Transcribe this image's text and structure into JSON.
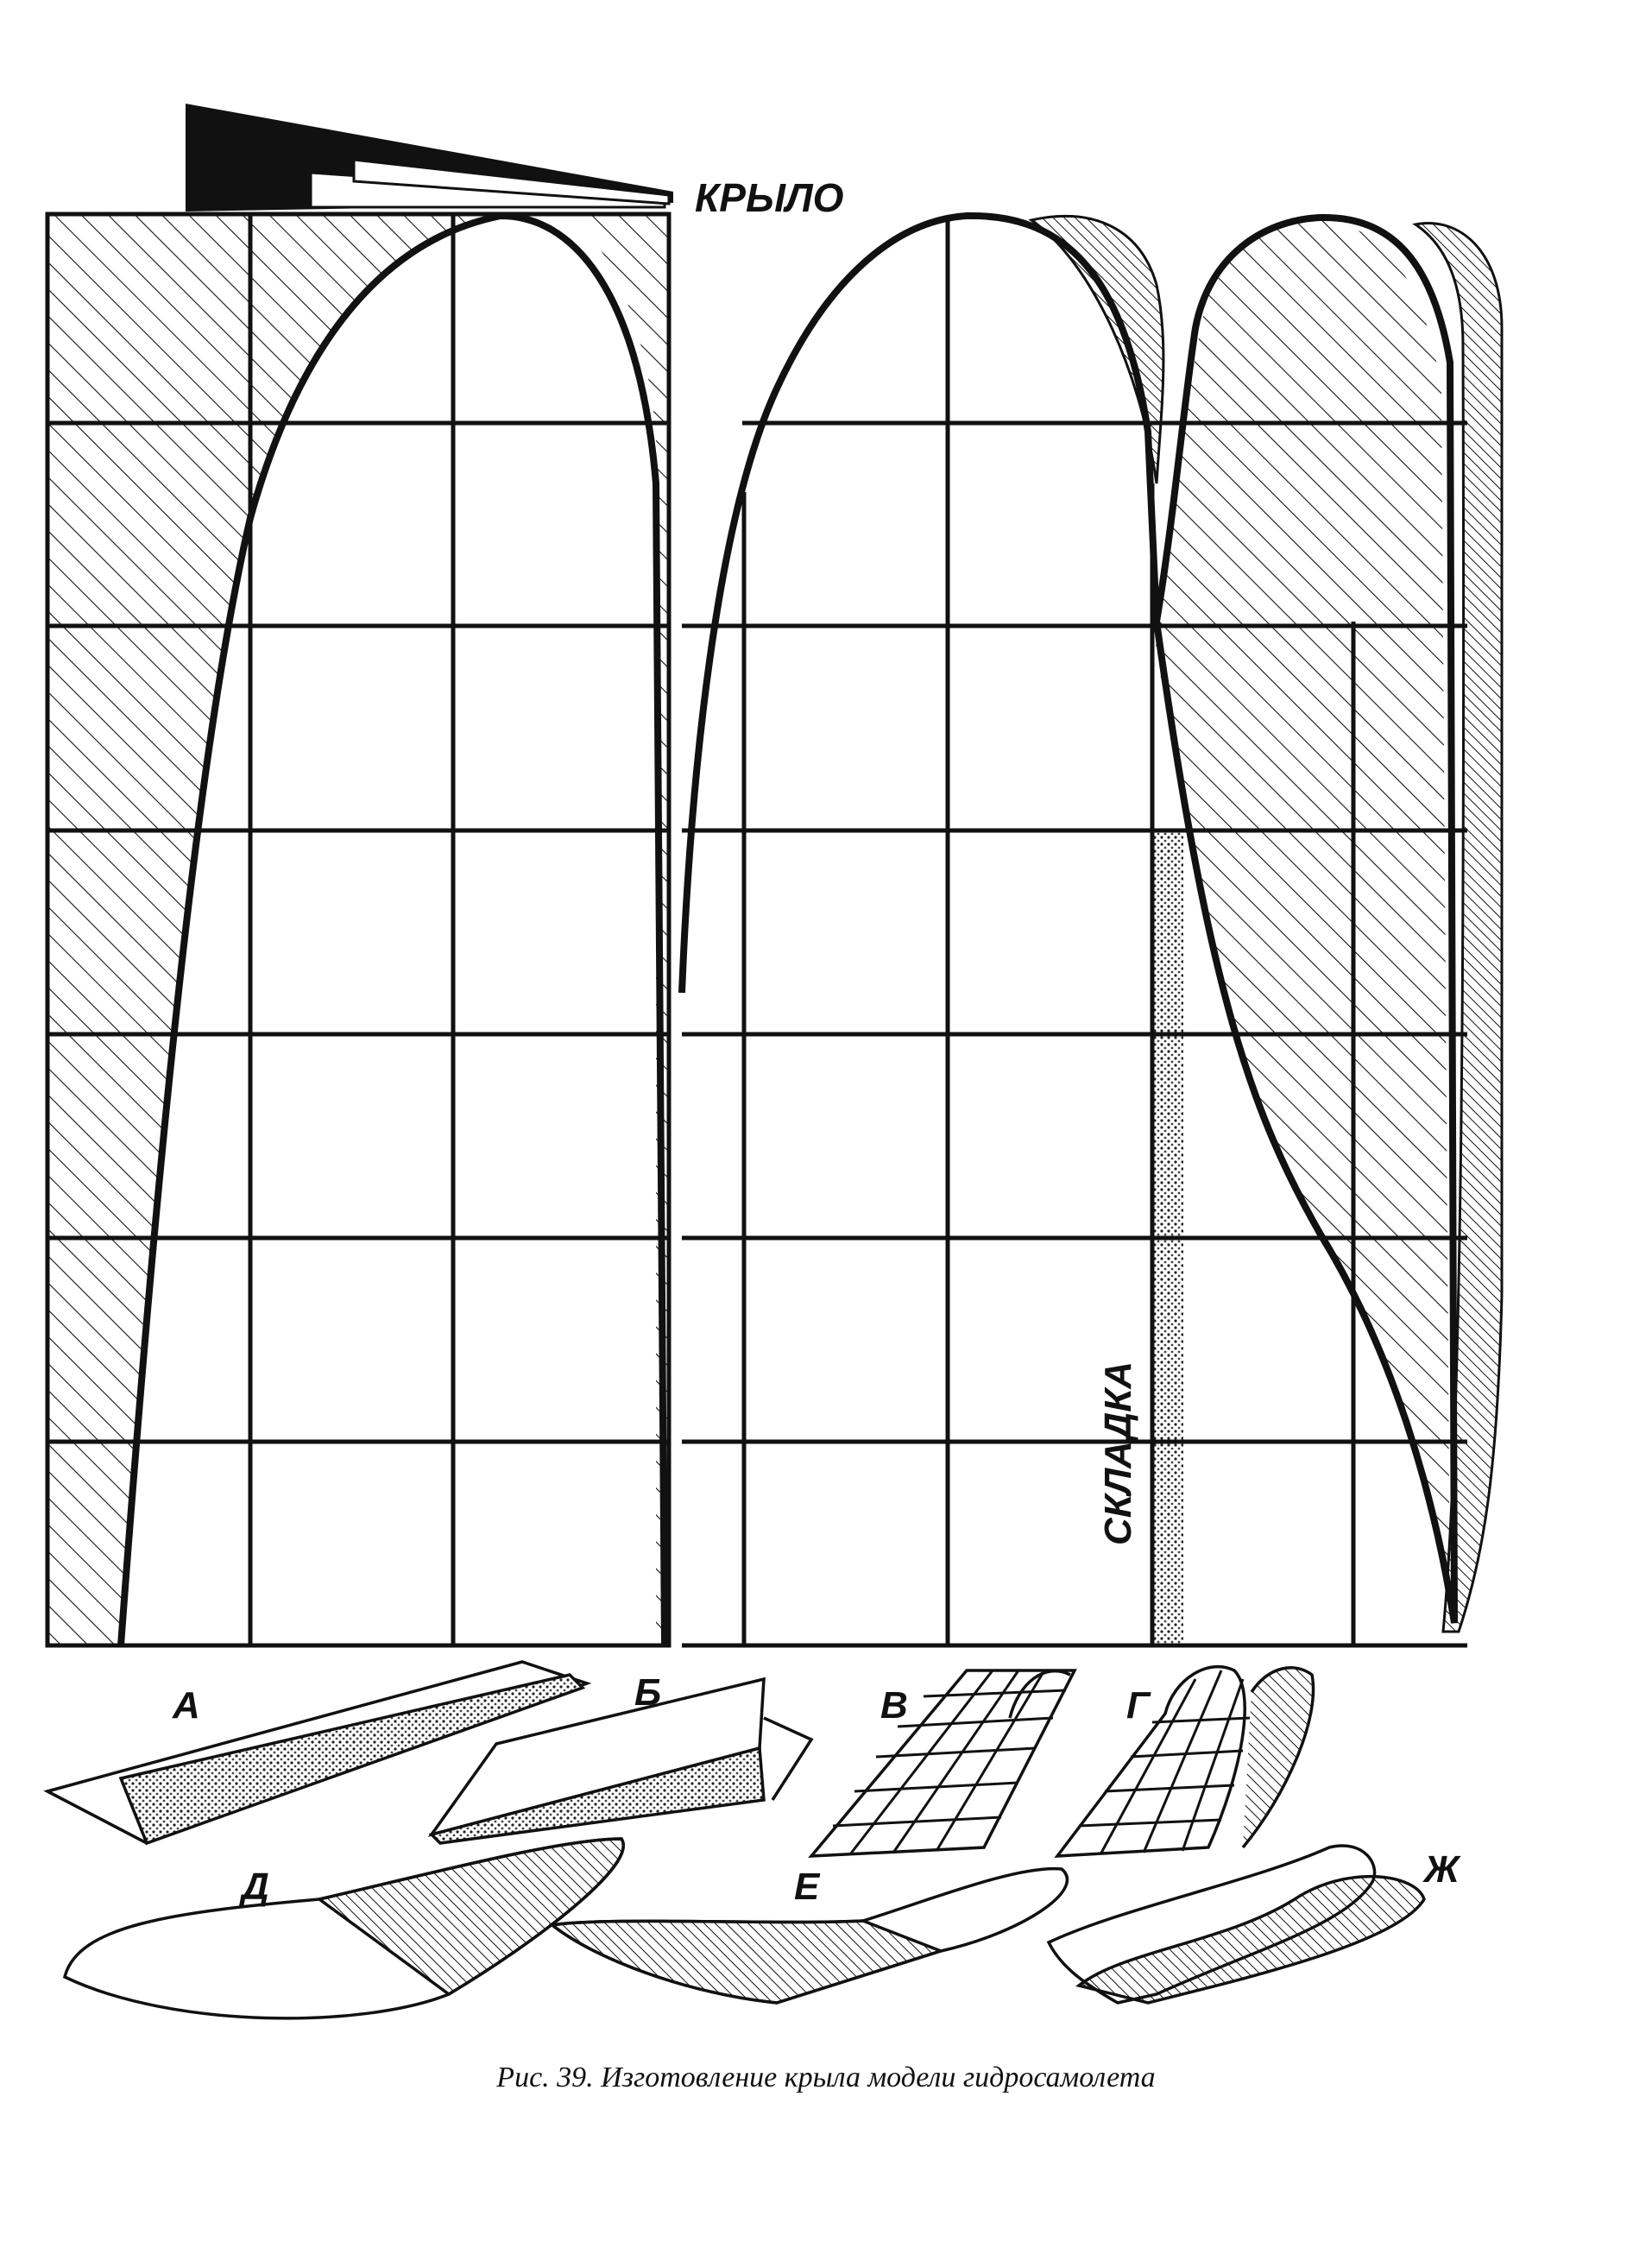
{
  "figure": {
    "wing_label": "КРЫЛО",
    "fold_label": "СКЛАДКА",
    "step_labels": [
      "А",
      "Б",
      "В",
      "Г",
      "Д",
      "Е",
      "Ж"
    ],
    "caption": "Рис. 39. Изготовление крыла модели гидросамолета"
  }
}
